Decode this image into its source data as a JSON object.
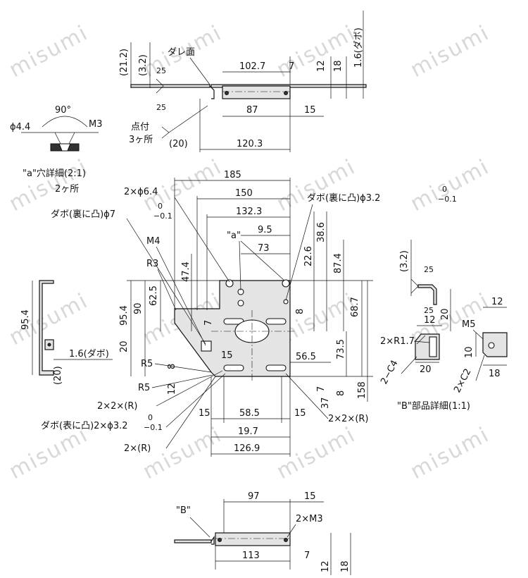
{
  "watermark": "misumi",
  "top_view": {
    "dim_21_2": "(21.2)",
    "dim_3_2": "(3.2)",
    "taper_surface": "ダレ面",
    "dim_102_7": "102.7",
    "dim_7": "7",
    "dim_12": "12",
    "dim_18": "18",
    "dim_1_6": "1.6(ダボ)",
    "angle_25a": "25",
    "angle_25b": "25",
    "dim_87": "87",
    "dim_15": "15",
    "spot_note_1": "点付",
    "spot_note_2": "3ヶ所",
    "dim_20": "(20)",
    "dim_120_3": "120.3"
  },
  "hole_detail": {
    "angle": "90°",
    "dia": "ϕ4.4",
    "thread": "M3",
    "caption_1": "\"a\"穴詳細(2:1)",
    "caption_2": "2ヶ所"
  },
  "front_view": {
    "dim_185": "185",
    "dim_150": "150",
    "dim_132_3": "132.3",
    "hole_2x64": "2×ϕ6.4",
    "dowel_back_7": "ダボ(裏に凸)ϕ7",
    "tol_7_upper": "0",
    "tol_7_lower": "−0.1",
    "dowel_back_32": "ダボ(裏に凸)ϕ3.2",
    "tol_32_upper": "0",
    "tol_32_lower": "−0.1",
    "label_a": "\"a\"",
    "dim_9_5": "9.5",
    "dim_38_6": "38.6",
    "dim_73": "73",
    "dim_22_6": "22.6",
    "dim_87_4": "87.4",
    "thread_m4": "M4",
    "radius_r3": "R3",
    "dim_47_4": "47.4",
    "dim_95_4": "95.4",
    "dim_90": "90",
    "dim_62_5": "62.5",
    "dim_8a": "8",
    "dim_68_7": "68.7",
    "dim_7a": "7",
    "dim_73_5": "73.5",
    "dim_20": "20",
    "dim_15a": "15",
    "dim_56_5": "56.5",
    "radius_r5a": "R5",
    "dim_8b": "8",
    "radius_r5b": "R5",
    "dim_12": "12",
    "dim_7b": "7",
    "dim_37": "37",
    "dim_8c": "8",
    "dim_158": "158",
    "note_2x2xr": "2×2×(R)",
    "dowel_front": "ダボ(表に凸)2×ϕ3.2",
    "tol_front_upper": "0",
    "tol_front_lower": "−0.1",
    "note_2xr": "2×(R)",
    "note_2x2xr_right": "2×2×(R)",
    "dim_15b": "15",
    "dim_58_5": "58.5",
    "dim_15c": "15",
    "dim_19_7": "19.7",
    "dim_126_9": "126.9"
  },
  "side_view": {
    "dim_95_4": "95.4",
    "dim_1_6": "1.6(ダボ)",
    "dim_20": "(20)"
  },
  "b_detail": {
    "dim_3_2": "(3.2)",
    "angle_25a": "25",
    "angle_25b": "25",
    "dim_20v": "20",
    "dim_12a": "12",
    "dim_12b": "12",
    "thread_m5": "M5",
    "radius": "2×R1.7",
    "chamfer_c4": "2−C4",
    "dim_20h": "20",
    "dim_10": "10",
    "chamfer_c2": "2×C2",
    "dim_18": "18",
    "caption": "\"B\"部品詳細(1:1)"
  },
  "bottom_view": {
    "label_b": "\"B\"",
    "dim_97": "97",
    "dim_15": "15",
    "thread": "2×M3",
    "dim_113": "113",
    "dim_7": "7",
    "dim_12": "12",
    "dim_18": "18"
  }
}
